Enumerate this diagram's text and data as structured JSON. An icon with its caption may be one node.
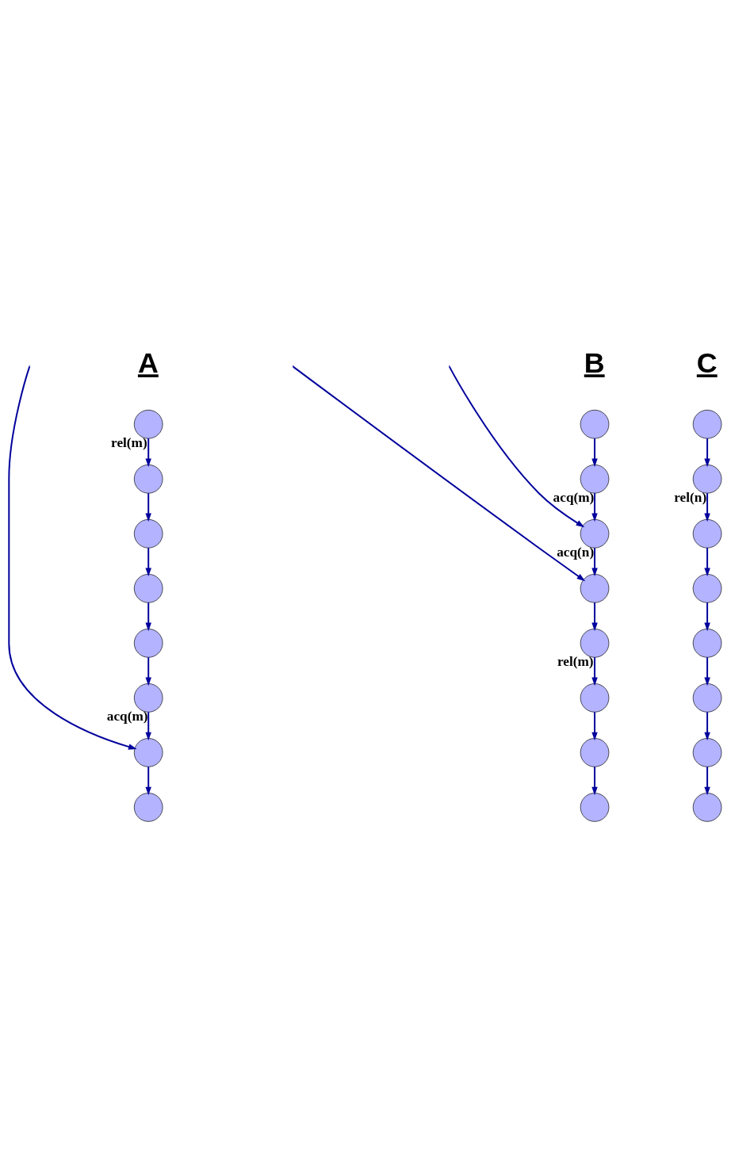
{
  "diagram": {
    "nodes": [
      {
        "text": [],
        "shape": "circle"
      },
      {
        "text": [],
        "shape": "circle"
      },
      {
        "text": [],
        "shape": "circle"
      },
      {
        "text": [],
        "shape": "circle"
      },
      {
        "text": [],
        "shape": "circle"
      },
      {
        "text": [],
        "shape": "circle"
      },
      {
        "text": [],
        "shape": "circle"
      },
      {
        "text": [],
        "shape": "circle"
      },
      {
        "text": [],
        "shape": "circle"
      },
      {
        "text": [],
        "shape": "circle"
      },
      {
        "text": [],
        "shape": "circle"
      },
      {
        "text": [],
        "shape": "circle"
      },
      {
        "text": [],
        "shape": "circle"
      },
      {
        "text": [],
        "shape": "circle"
      },
      {
        "text": [],
        "shape": "circle"
      },
      {
        "text": [],
        "shape": "circle"
      },
      {
        "text": [],
        "shape": "circle"
      },
      {
        "text": [],
        "shape": "circle"
      },
      {
        "text": [],
        "shape": "circle"
      },
      {
        "text": [],
        "shape": "circle"
      },
      {
        "text": [],
        "shape": "circle"
      },
      {
        "text": [],
        "shape": "circle"
      },
      {
        "text": [],
        "shape": "circle"
      },
      {
        "text": [],
        "shape": "circle"
      }
    ],
    "edges": [
      {
        "from": 0,
        "to": 1,
        "arrow": "to",
        "label": "rel(m)"
      },
      {
        "from": 1,
        "to": 2,
        "arrow": "to"
      },
      {
        "from": 2,
        "to": 3,
        "arrow": "to"
      },
      {
        "from": 3,
        "to": 4,
        "arrow": "to"
      },
      {
        "from": 4,
        "to": 5,
        "arrow": "to"
      },
      {
        "from": 5,
        "to": 6,
        "arrow": "to",
        "label": "acq(m)"
      },
      {
        "from": 6,
        "to": 7,
        "arrow": "to"
      },
      {
        "from": 8,
        "to": 9,
        "arrow": "to"
      },
      {
        "from": 9,
        "to": 10,
        "arrow": "to",
        "label": "acq(m)"
      },
      {
        "from": 10,
        "to": 11,
        "arrow": "to",
        "label": "acq(n)"
      },
      {
        "from": 11,
        "to": 12,
        "arrow": "to"
      },
      {
        "from": 12,
        "to": 13,
        "arrow": "to",
        "label": "rel(m)"
      },
      {
        "from": 13,
        "to": 14,
        "arrow": "to"
      },
      {
        "from": 14,
        "to": 15,
        "arrow": "to"
      },
      {
        "from": 16,
        "to": 17,
        "arrow": "to"
      },
      {
        "from": 17,
        "to": 18,
        "arrow": "to",
        "label": "rel(n)"
      },
      {
        "from": 18,
        "to": 19,
        "arrow": "to"
      },
      {
        "from": 19,
        "to": 20,
        "arrow": "to"
      },
      {
        "from": 20,
        "to": 21,
        "arrow": "to"
      },
      {
        "from": 21,
        "to": 22,
        "arrow": "to"
      },
      {
        "from": 22,
        "to": 23,
        "arrow": "to"
      },
      {
        "from": null,
        "to": 10,
        "arrow": "to"
      },
      {
        "from": null,
        "to": 11,
        "arrow": "to"
      },
      {
        "from": null,
        "to": 6,
        "arrow": "to"
      }
    ],
    "labels": [
      "A",
      "B",
      "C"
    ]
  }
}
